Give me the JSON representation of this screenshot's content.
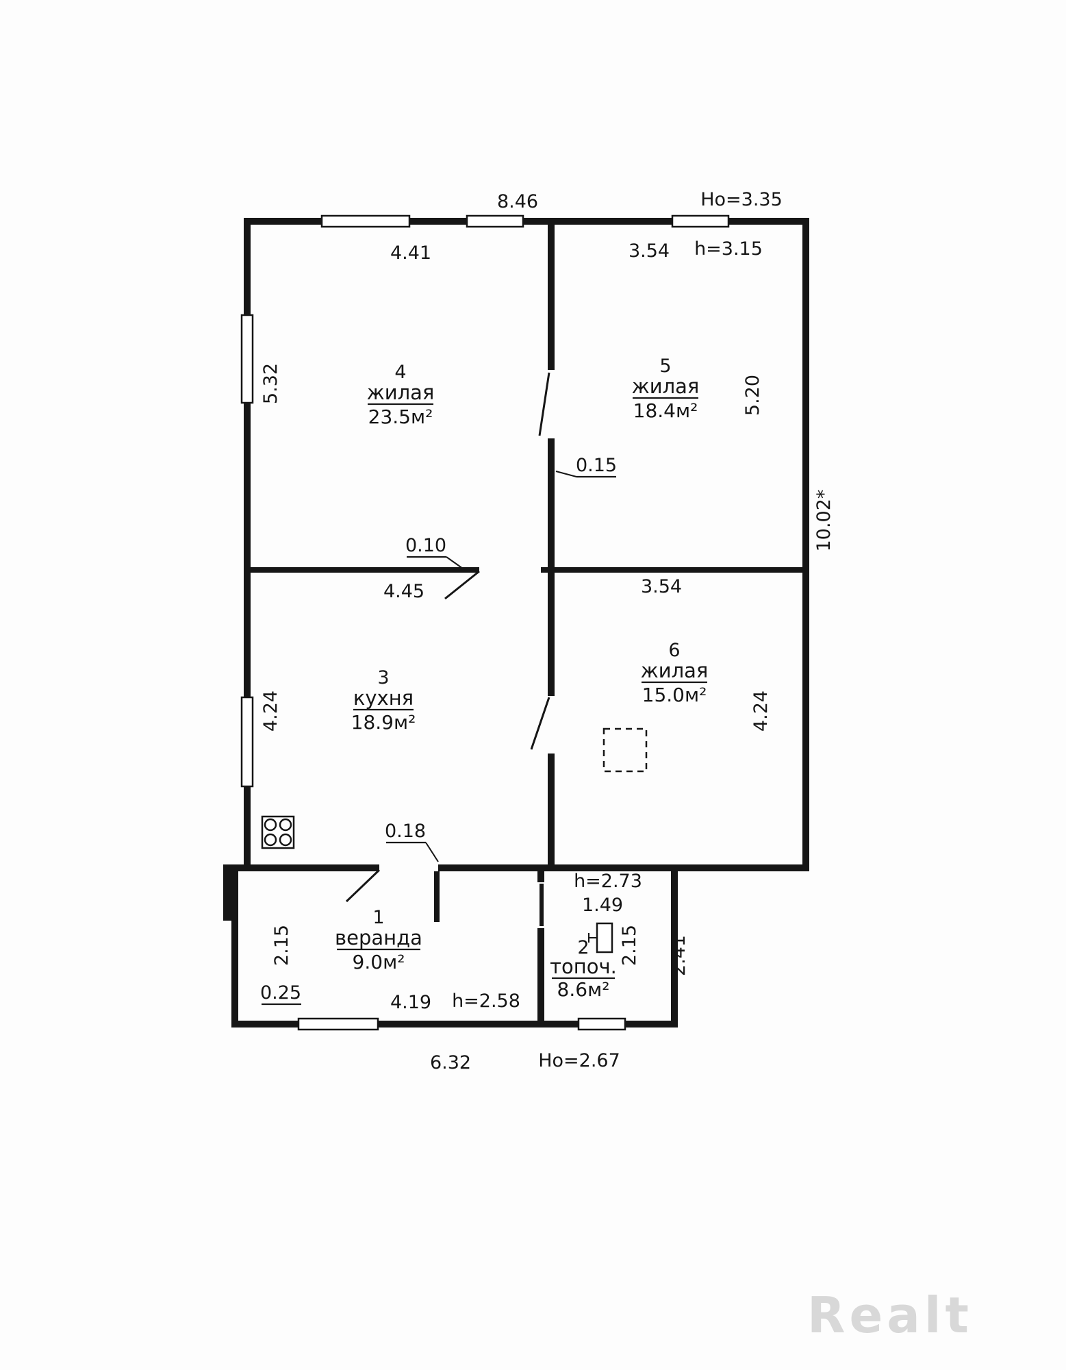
{
  "plan": {
    "type": "floor-plan",
    "rooms": {
      "r4": {
        "number": "4",
        "name": "жилая",
        "area": "23.5м²"
      },
      "r5": {
        "number": "5",
        "name": "жилая",
        "area": "18.4м²"
      },
      "r3": {
        "number": "3",
        "name": "кухня",
        "area": "18.9м²"
      },
      "r6": {
        "number": "6",
        "name": "жилая",
        "area": "15.0м²"
      },
      "r1": {
        "number": "1",
        "name": "веранда",
        "area": "9.0м²"
      },
      "r2": {
        "number": "2",
        "name": "топоч.",
        "area": "8.6м²"
      }
    },
    "dims": {
      "overall_top": "8.46",
      "height_outer_top": "Но=3.35",
      "room4_width": "4.41",
      "room5_width": "3.54",
      "height_inner_top": "h=3.15",
      "room4_height": "5.32",
      "room5_height": "5.20",
      "overall_right": "10.02*",
      "wall_15": "0.15",
      "wall_10": "0.10",
      "kitchen_width": "4.45",
      "room6_width": "3.54",
      "kitchen_height": "4.24",
      "room6_height": "4.24",
      "wall_18": "0.18",
      "height_boiler": "h=2.73",
      "boiler_width": "1.49",
      "boiler_depth": "2.15",
      "annex_right": "2.41",
      "veranda_left": "2.15",
      "step": "0.25",
      "veranda_width": "4.19",
      "height_veranda": "h=2.58",
      "annex_bottom": "6.32",
      "height_outer_bottom": "Но=2.67"
    },
    "watermark": "Realt"
  }
}
